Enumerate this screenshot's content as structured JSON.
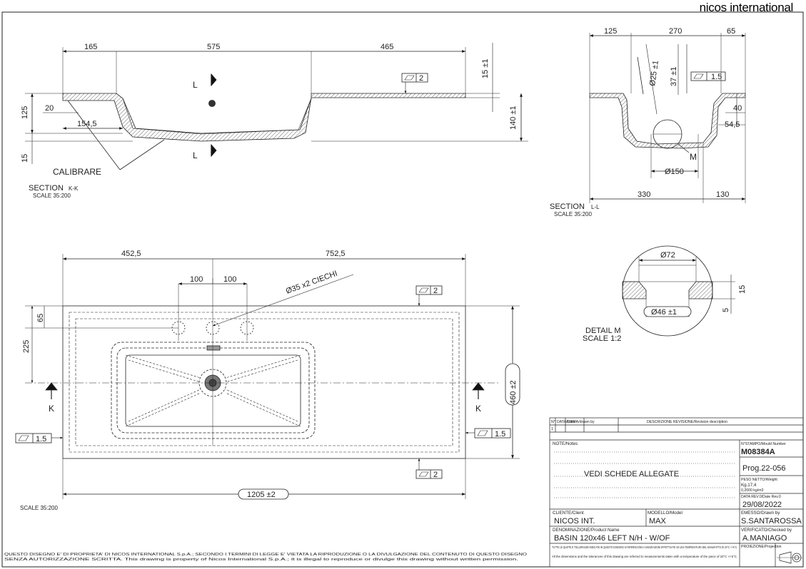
{
  "brand": "nicos international",
  "section_kk": {
    "dims_top": [
      "165",
      "575",
      "465"
    ],
    "dim_15pm1": "15 ±1",
    "dim_140pm1": "140 ±1",
    "dim_125": "125",
    "dim_15": "15",
    "dim_20": "20",
    "dim_154": "154,5",
    "flatness": "2",
    "calibrare": "CALIBRARE",
    "cut_label": "L",
    "title": "SECTION",
    "title_suffix": "K-K",
    "scale": "SCALE 35:200"
  },
  "section_ll": {
    "dims_top": [
      "125",
      "270",
      "65"
    ],
    "dim_d25": "Ø25 ±1",
    "dim_37": "37 ±1",
    "flatness": "1.5",
    "dim_40": "40",
    "dim_54": "54,5",
    "detail_ref": "M",
    "dim_d150": "Ø150",
    "dims_bottom": [
      "330",
      "130"
    ],
    "title": "SECTION",
    "title_suffix": "L-L",
    "scale": "SCALE 35:200"
  },
  "plan": {
    "dims_top": [
      "452,5",
      "752,5"
    ],
    "holes_spacing": [
      "100",
      "100"
    ],
    "holes_note": "Ø35 x2 CIECHI",
    "flatness_top": "2",
    "flatness_bottom": "2",
    "flatness_left": "1.5",
    "flatness_right": "1.5",
    "dim_65": "65",
    "dim_225": "225",
    "dim_width": "1205 ±2",
    "dim_depth": "460 ±2",
    "cut_label": "K",
    "scale": "SCALE 35:200"
  },
  "detail_m": {
    "dim_d72": "Ø72",
    "dim_d46": "Ø46 ±1",
    "dim_15": "15",
    "dim_5": "5",
    "title": "DETAIL M",
    "scale": "SCALE 1:2"
  },
  "title_block": {
    "rev_headers": [
      "N°",
      "DATA/Date",
      "FIRMA/drawn by",
      "DESCRIZIONE REVISIONE/Revision description"
    ],
    "rev_row": "1",
    "notes_label": "NOTE/Notes",
    "notes_text": "VEDI SCHEDE ALLEGATE",
    "stamp_label": "N°STAMPO/Mould Number",
    "stamp_value": "M08384A",
    "prog": "Prog.22-056",
    "weight_label": "PESO NETTO/Weight",
    "weight_value": "Kg.17,4",
    "density": "0,2000 kg/m3",
    "date_label": "DATA REV.0/Date Rev.0",
    "date_value": "29/08/2022",
    "client_label": "CLIENTE/Client",
    "client_value": "NICOS INT.",
    "model_label": "MODELLO/Model",
    "model_value": "MAX",
    "drawn_label": "EMESSO/Drawn by",
    "drawn_value": "S.SANTAROSSA",
    "product_label": "DENOMINAZIONE/Product Name",
    "product_value": "BASIN 120x46 LEFT N/H - W/OF",
    "checked_label": "VERIFICATO/Checked by",
    "checked_value": "A.MANIAGO",
    "tolerance_it": "TUTTE LE QUOTE E TOLLERANZE INDICATE IN QUESTO DISEGNO SI RIFERISCONO A MISURAZIONI EFFETTUATE AD UNA TEMPERATURA DEL MANUFATTO DI 20°C +/-5°C.",
    "tolerance_en": "All the dimensions and the tolerances of this drawing are referred to measurements taken with a temperature of the piece of 20°C +/-5°C.",
    "projection_label": "PROIEZIONE/Projection"
  },
  "footer": {
    "line1": "QUESTO DISEGNO E' DI PROPRIETA' DI NICOS INTERNATIONAL S.p.A.; SECONDO I TERMINI DI LEGGE E' VIETATA LA RIPRODUZIONE O LA DIVULGAZIONE DEL CONTENUTO DI QUESTO DISEGNO",
    "line2": "SENZA AUTORIZZAZIONE SCRITTA. This drawing is property of Nicos International S.p.A.; it is illegal to reproduce or divulge this drawing without written permission."
  }
}
